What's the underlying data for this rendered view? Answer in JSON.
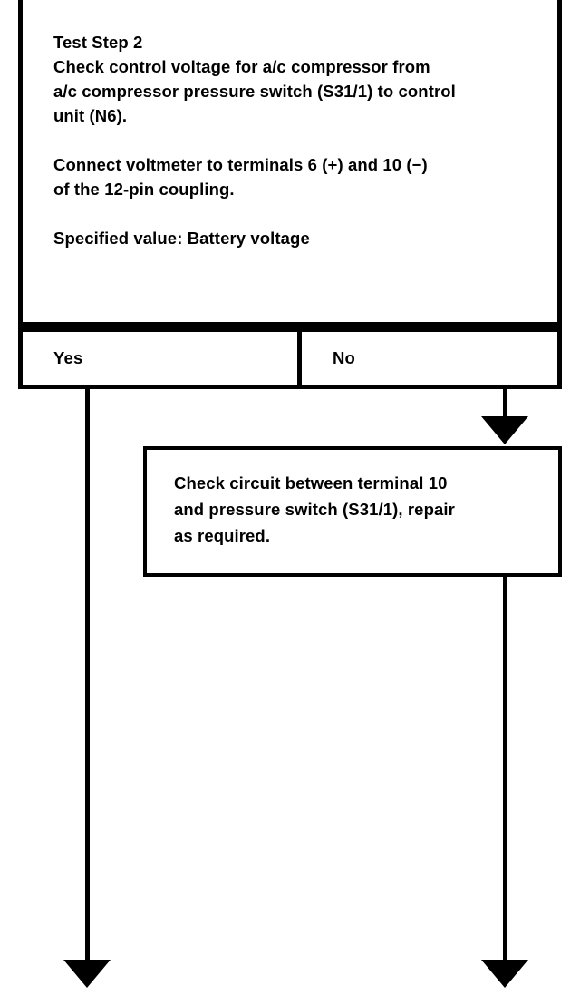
{
  "document": {
    "type": "diagnostic-flowchart",
    "colors": {
      "ink": "#000000",
      "background": "#ffffff"
    }
  },
  "test_step_box": {
    "title": "Test Step 2",
    "paragraphs": [
      "Check control voltage for a/c compressor from\na/c compressor pressure switch (S31/1) to control\nunit (N6).",
      "Connect voltmeter to terminals 6 (+) and 10 (−)\nof the 12-pin coupling.",
      "Specified value: Battery voltage"
    ],
    "line_1": "Check control voltage for a/c compressor from",
    "line_2": "a/c compressor pressure switch (S31/1) to control",
    "line_3": "unit (N6).",
    "line_4": "Connect voltmeter to terminals 6 (+) and 10 (−)",
    "line_5": "of the 12-pin coupling.",
    "line_6": "Specified value: Battery voltage"
  },
  "decision_row": {
    "yes_label": "Yes",
    "no_label": "No"
  },
  "action_box": {
    "line_1": "Check circuit between terminal 10",
    "line_2": "and pressure switch (S31/1), repair",
    "line_3": "as required.",
    "text": "Check circuit between terminal 10 and pressure switch (S31/1), repair as required."
  },
  "connectors": {
    "yes_branch_name": "yes-branch-connector",
    "no_branch_name": "no-branch-connector",
    "action_continue_name": "action-box-continue-connector"
  }
}
